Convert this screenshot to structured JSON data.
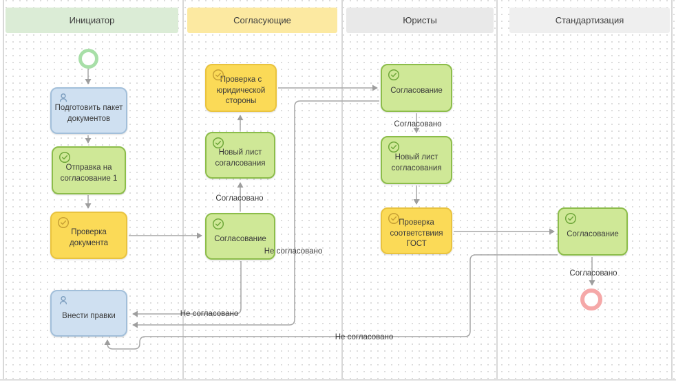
{
  "diagram": {
    "lanes": [
      {
        "label": "Инициатор",
        "header_color": "#dbecd6"
      },
      {
        "label": "Согласующие",
        "header_color": "#fce9a1"
      },
      {
        "label": "Юристы",
        "header_color": "#e9e9e9"
      },
      {
        "label": "Стандартизация",
        "header_color": "#efefef"
      }
    ],
    "nodes": {
      "start": {
        "type": "start-event"
      },
      "prepare": {
        "label": "Подготовить пакет документов",
        "type": "user-task",
        "color": "blue"
      },
      "send": {
        "label": "Отправка на согласование 1",
        "type": "approve-task",
        "color": "green"
      },
      "check_doc": {
        "label": "Проверка документа",
        "type": "approve-task",
        "color": "yellow"
      },
      "edit": {
        "label": "Внести правки",
        "type": "user-task",
        "color": "blue"
      },
      "legal_check": {
        "label": "Проверка с юридической стороны",
        "type": "approve-task",
        "color": "yellow"
      },
      "new_sheet_approvers": {
        "label": "Новый лист согалсования",
        "type": "approve-task",
        "color": "green"
      },
      "approval_approvers": {
        "label": "Согласование",
        "type": "approve-task",
        "color": "green"
      },
      "approval_lawyers": {
        "label": "Согласование",
        "type": "approve-task",
        "color": "green"
      },
      "new_sheet_lawyers": {
        "label": "Новый лист согласования",
        "type": "approve-task",
        "color": "green"
      },
      "gost_check": {
        "label": "Проверка соответствиия ГОСТ",
        "type": "approve-task",
        "color": "yellow"
      },
      "approval_standard": {
        "label": "Согласование",
        "type": "approve-task",
        "color": "green"
      },
      "end": {
        "type": "end-event"
      }
    },
    "edge_labels": {
      "approved_approvers": "Согласовано",
      "approved_lawyers": "Согласовано",
      "approved_standard": "Согласовано",
      "not_approved_approvers": "Не согласовано",
      "not_approved_lawyers": "Не согласовано",
      "not_approved_standard": "Не согласовано"
    },
    "colors": {
      "task_green_fill": "#cfe897",
      "task_green_border": "#8cbd4a",
      "task_yellow_fill": "#fbda57",
      "task_yellow_border": "#e9c33e",
      "task_blue_fill": "#cfe0f1",
      "task_blue_border": "#a2bfda",
      "start_event": "#a8dfa8",
      "end_event": "#f5a8a8",
      "edge": "#a6a6a6"
    }
  }
}
